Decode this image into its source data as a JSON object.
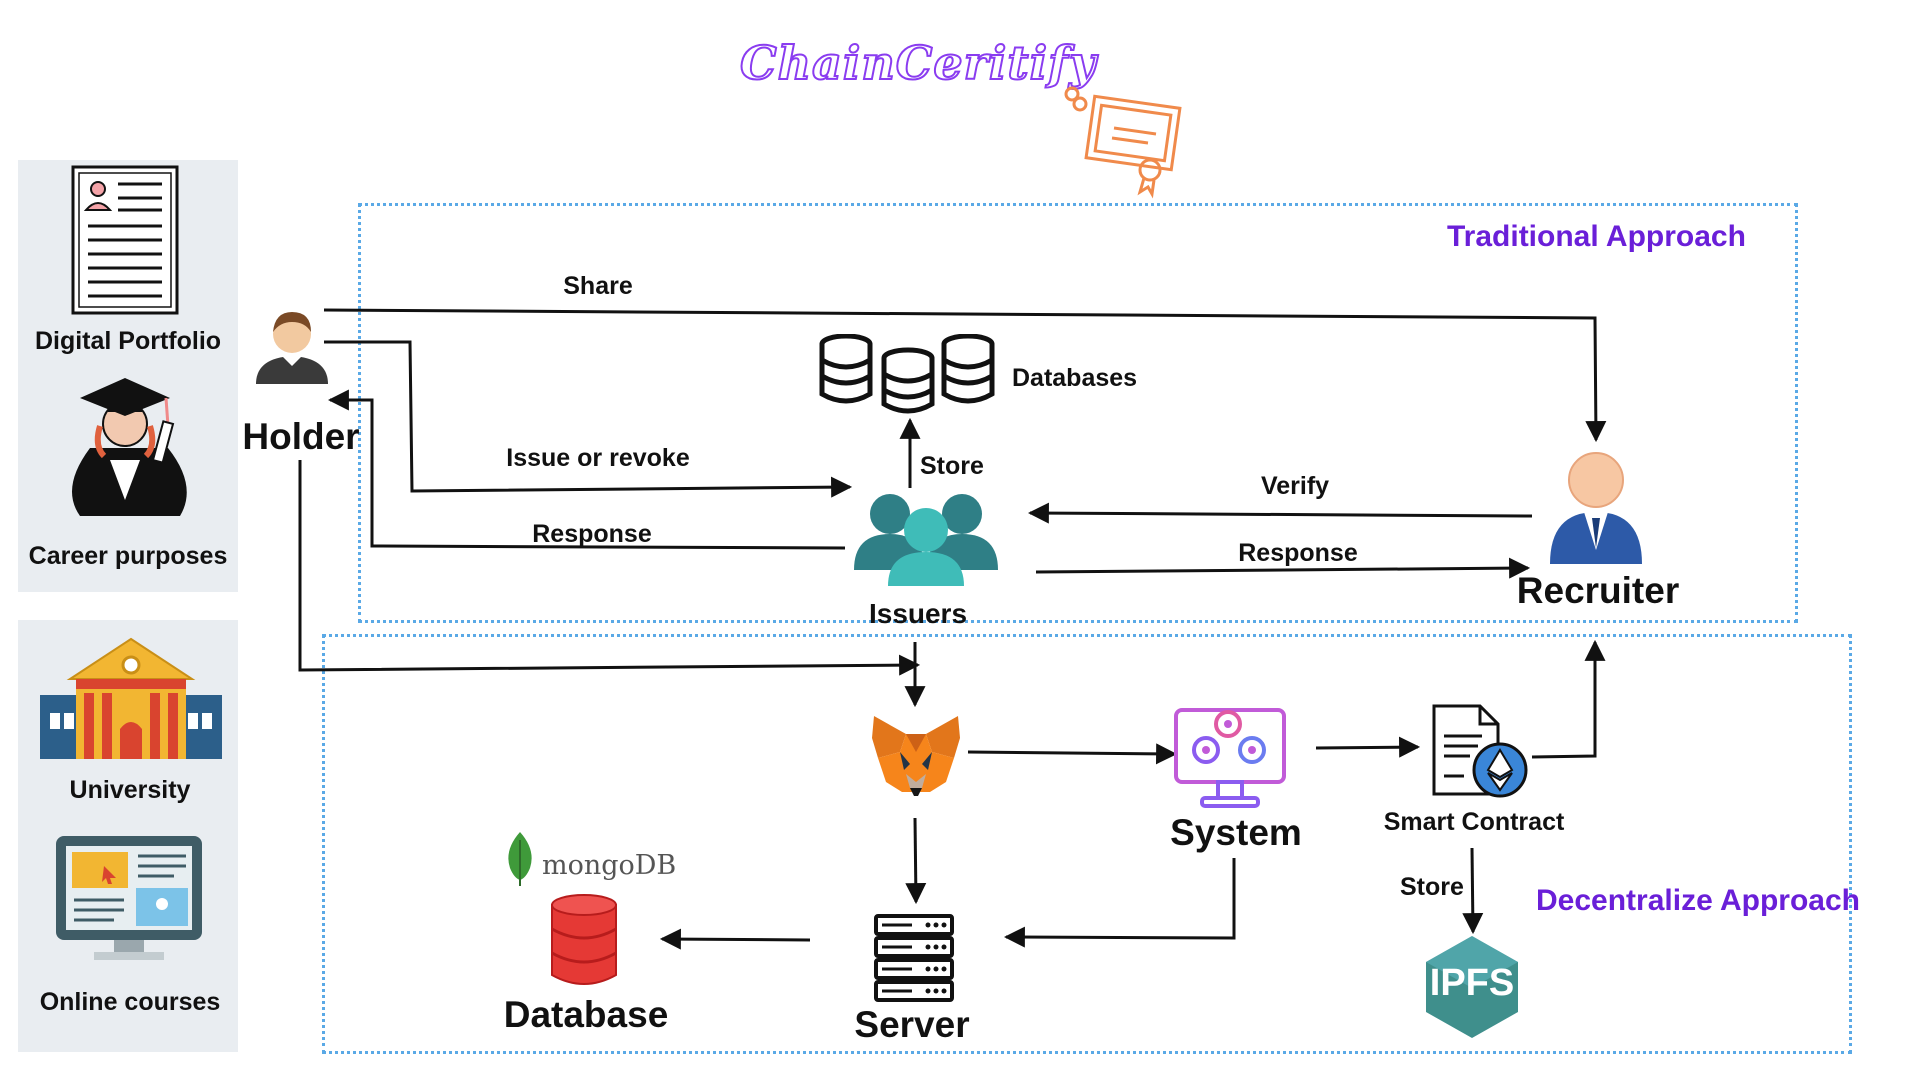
{
  "brand": {
    "title": "ChainCeritify"
  },
  "sidebar": {
    "top": {
      "items": [
        {
          "label": "Digital Portfolio"
        },
        {
          "label": "Career purposes"
        }
      ]
    },
    "bottom": {
      "items": [
        {
          "label": "University"
        },
        {
          "label": "Online courses"
        }
      ]
    }
  },
  "traditional": {
    "title": "Traditional Approach",
    "nodes": {
      "holder": "Holder",
      "issuers": "Issuers",
      "recruiter": "Recruiter",
      "databases": "Databases"
    },
    "edges": {
      "share": "Share",
      "issue": "Issue or revoke",
      "response_holder": "Response",
      "store": "Store",
      "verify": "Verify",
      "response_recruiter": "Response"
    }
  },
  "decentralized": {
    "title": "Decentralize Approach",
    "nodes": {
      "system": "System",
      "smart_contract": "Smart Contract",
      "server": "Server",
      "database": "Database",
      "ipfs": "IPFS",
      "mongodb": "mongoDB"
    },
    "edges": {
      "store": "Store"
    }
  },
  "colors": {
    "accent": "#6a1fd8",
    "frame": "#5aa9e6",
    "panel": "#e9edf1",
    "teal": "#2f7f86",
    "mongo_green": "#3f9a3a",
    "db_red": "#e53935",
    "fox_orange": "#e8731e",
    "ipfs_teal": "#3f8f8c"
  }
}
